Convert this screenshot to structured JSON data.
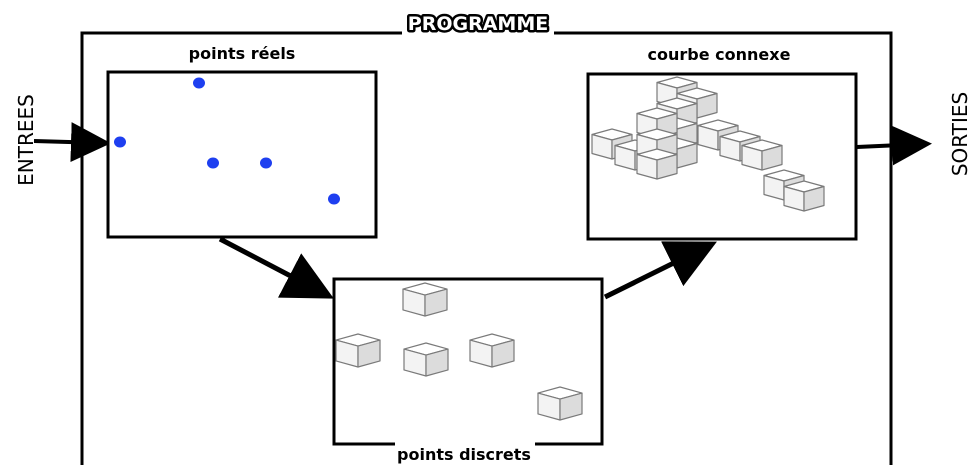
{
  "diagram": {
    "title": "PROGRAMME",
    "input_label": "ENTREES",
    "output_label": "SORTIES",
    "panels": {
      "real_points": {
        "label": "points réels",
        "point_color": "#1e3ff0",
        "point_count": 5
      },
      "discrete_points": {
        "label": "points discrets",
        "cube_count": 5
      },
      "connected_curve": {
        "label": "courbe connexe",
        "cube_count": 14
      }
    }
  }
}
